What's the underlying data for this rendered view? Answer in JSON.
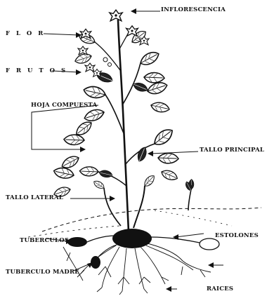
{
  "labels": {
    "inflorescencia": "INFLORESCENCIA",
    "flor": "F L O R",
    "frutos": "F R U T O S",
    "hoja_compuesta": "HOJA COMPUESTA",
    "tallo_principal": "TALLO PRINCIPAL",
    "tallo_lateral": "TALLO LATERAL",
    "estolones": "ESTOLONES",
    "tuberculos": "TUBERCULOS",
    "tuberculo_madre": "TUBERCULO MADRE",
    "raices": "RAICES"
  },
  "colors": {
    "ink": "#111111",
    "paper": "#ffffff"
  }
}
